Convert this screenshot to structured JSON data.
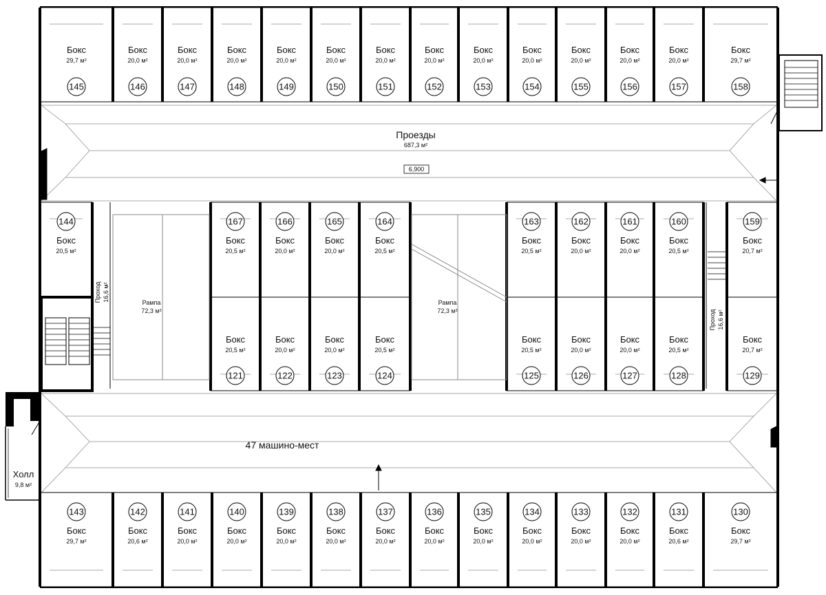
{
  "labels": {
    "box_word": "Бокс",
    "drives_title": "Проезды",
    "drives_area": "687,3 м²",
    "level_mark": "6,900",
    "parking_caption": "47 машино-мест",
    "ramp_word": "Рампа",
    "ramp_area": "72,3 м²",
    "passage_word": "Проход",
    "passage_area": "16,6 м²",
    "hall_word": "Холл",
    "hall_area": "9,8 м²"
  },
  "rows": {
    "top": [
      {
        "num": "145",
        "area": "29,7 м²"
      },
      {
        "num": "146",
        "area": "20,0 м²"
      },
      {
        "num": "147",
        "area": "20,0 м²"
      },
      {
        "num": "148",
        "area": "20,0 м²"
      },
      {
        "num": "149",
        "area": "20,0 м²"
      },
      {
        "num": "150",
        "area": "20,0 м²"
      },
      {
        "num": "151",
        "area": "20,0 м²"
      },
      {
        "num": "152",
        "area": "20,0 м²"
      },
      {
        "num": "153",
        "area": "20,0 м²"
      },
      {
        "num": "154",
        "area": "20,0 м²"
      },
      {
        "num": "155",
        "area": "20,0 м²"
      },
      {
        "num": "156",
        "area": "20,0 м²"
      },
      {
        "num": "157",
        "area": "20,0 м²"
      },
      {
        "num": "158",
        "area": "29,7 м²"
      }
    ],
    "middle_upper": [
      {
        "num": "144",
        "area": "20,5 м²"
      },
      {
        "num": "167",
        "area": "20,5 м²"
      },
      {
        "num": "166",
        "area": "20,0 м²"
      },
      {
        "num": "165",
        "area": "20,0 м²"
      },
      {
        "num": "164",
        "area": "20,5 м²"
      },
      {
        "num": "163",
        "area": "20,5 м²"
      },
      {
        "num": "162",
        "area": "20,0 м²"
      },
      {
        "num": "161",
        "area": "20,0 м²"
      },
      {
        "num": "160",
        "area": "20,5 м²"
      },
      {
        "num": "159",
        "area": "20,7 м²"
      }
    ],
    "middle_lower": [
      {
        "num": "121",
        "area": "20,5 м²"
      },
      {
        "num": "122",
        "area": "20,0 м²"
      },
      {
        "num": "123",
        "area": "20,0 м²"
      },
      {
        "num": "124",
        "area": "20,5 м²"
      },
      {
        "num": "125",
        "area": "20,5 м²"
      },
      {
        "num": "126",
        "area": "20,0 м²"
      },
      {
        "num": "127",
        "area": "20,0 м²"
      },
      {
        "num": "128",
        "area": "20,5 м²"
      },
      {
        "num": "129",
        "area": "20,7 м²"
      }
    ],
    "bottom": [
      {
        "num": "143",
        "area": "29,7 м²"
      },
      {
        "num": "142",
        "area": "20,6 м²"
      },
      {
        "num": "141",
        "area": "20,0 м²"
      },
      {
        "num": "140",
        "area": "20,0 м²"
      },
      {
        "num": "139",
        "area": "20,0 м²"
      },
      {
        "num": "138",
        "area": "20,0 м²"
      },
      {
        "num": "137",
        "area": "20,0 м²"
      },
      {
        "num": "136",
        "area": "20,0 м²"
      },
      {
        "num": "135",
        "area": "20,0 м²"
      },
      {
        "num": "134",
        "area": "20,0 м²"
      },
      {
        "num": "133",
        "area": "20,0 м²"
      },
      {
        "num": "132",
        "area": "20,0 м²"
      },
      {
        "num": "131",
        "area": "20,6 м²"
      },
      {
        "num": "130",
        "area": "29,7 м²"
      }
    ]
  }
}
